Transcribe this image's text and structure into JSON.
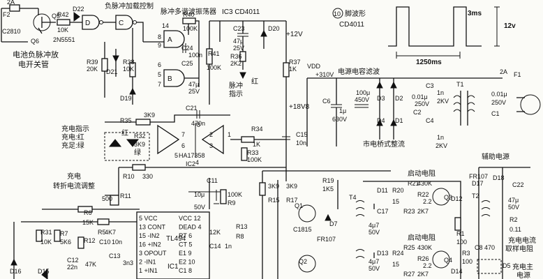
{
  "chips": {
    "ic3": "IC3 CD4011",
    "ic2": "HA17358",
    "ic2_name": "IC2",
    "ic1": "TL494",
    "ic1_name": "IC1"
  },
  "titles": {
    "neg_pulse_ctrl": "负脉冲加载控制",
    "pulse_osc": "脉冲多谐波振荡器",
    "bat_switch": "电池负脉冲放",
    "bat_switch2": "电开关管",
    "charge_ind": "充电指示",
    "charge_ind_red": "充电:红",
    "charge_ind_green": "充足:绿",
    "pulse_ind": "脉冲",
    "pulse_ind2": "指示",
    "red": "红",
    "green": "绿",
    "filter_cap": "电源电容滤波",
    "bridge": "市电桥式整流",
    "aux_power": "辅助电源",
    "charge_turn": "充电",
    "charge_turn2": "转折电流调整",
    "start_res1": "启动电阻",
    "start_res2": "启动电阻",
    "charge_sense": "充电电流",
    "charge_sense2": "取样电阻",
    "main_supply": "充电主",
    "main_supply2": "电源",
    "pulse_pin": "脚波形",
    "pulse_chip": "CD4011",
    "pulse_pin_no": "10"
  },
  "waveform": {
    "width": "3ms",
    "amplitude": "12v",
    "period": "1250ms"
  },
  "rails": {
    "v12": "+12V",
    "v18": "+18V8",
    "vdd": "VDD",
    "v310": "+310V",
    "v50": "50V"
  },
  "components": {
    "f2": "F2",
    "f2v": "2A",
    "c2810": "C2810",
    "q5": "Q5",
    "q6": "Q6",
    "q5n": "2N5551",
    "r42": "R42",
    "r42v": "10K",
    "d22": "D22",
    "r39": "R39",
    "r39v": "20K",
    "d21": "D21",
    "r38": "R38",
    "r38v": "10K",
    "d19": "D19",
    "r40": "R40",
    "r40v": "100K",
    "c24": "C24",
    "c24v": "100n",
    "r41": "R41",
    "r41v": "100K",
    "c25": "C25",
    "c25v": "47μ",
    "c25v2": "25V",
    "c23": "C23",
    "c23v": "47μ",
    "c23v2": "25V",
    "r36": "R36",
    "r36v": "2K2",
    "d20": "D20",
    "r37": "R37",
    "r37v": "1K",
    "c21": "C21",
    "c21v": "470n",
    "r35": "R35",
    "r35v": "3K9",
    "r32": "R32",
    "r32v": "3K9",
    "r34": "R34",
    "r34v": "1K",
    "r33": "R33",
    "r33v": "100K",
    "c15": "C15",
    "c15v": "10n",
    "r10": "R10",
    "r10v": "330",
    "r11": "R11",
    "r11v": "500",
    "c11": "C11",
    "c10": "10μ",
    "c10v": "50V",
    "r9": "R9",
    "r9v": "100K",
    "r6": "R6",
    "r6v": "15K",
    "r7": "R7",
    "r7v": "5K6",
    "r31": "R31",
    "r31v": "10K",
    "r5": "R5",
    "r5v": "4K7",
    "c10b": "C10",
    "c10bv": "10n",
    "r12": "R12",
    "r12v": "47K",
    "c13": "C13",
    "c13v": "3n3",
    "r12b": "12K",
    "c14": "C14",
    "c14v": "1n",
    "r13": "R13",
    "r8": "R8",
    "c12": "C12",
    "c12v": "22n",
    "d16": "D16",
    "d15": "D15",
    "c6": "C6",
    "c6v": "1μ",
    "c6v2": "630V",
    "c5": "100μ",
    "c5v": "450V",
    "d3": "D3",
    "d2": "D2",
    "d4": "D4",
    "d1": "D1",
    "c2": "C2",
    "c2v": "0.01μ",
    "c2v2": "250V",
    "c3": "C3",
    "c3v": "1n",
    "c3v2": "2KV",
    "c4": "C4",
    "c4v": "1n",
    "c4v2": "2KV",
    "t1": "T1",
    "f1": "F1",
    "f1v": "2A",
    "c1": "C1",
    "c1v": "0.01μ",
    "c1v2": "250V",
    "r15": "R15",
    "r15v": "3K9",
    "r17": "R17",
    "r17v": "3K9",
    "r19": "R19",
    "r19v": "1K5",
    "q1": "Q1",
    "c1815": "C1815",
    "d7": "D7",
    "fr107": "FR107",
    "q2": "Q2",
    "t4": "T4",
    "c9": "4μ7",
    "c9v": "50V",
    "c8b": "4μ7",
    "c8bv": "50V",
    "d11": "D11",
    "r20": "R20",
    "r20v": "15",
    "c17": "C17",
    "r21": "R21",
    "r21v": "430K",
    "r22": "R22",
    "r22v": "2.2",
    "r23": "R23",
    "r23v": "2K7",
    "q3": "Q3",
    "d12": "D12",
    "d13": "D13",
    "r24": "R24",
    "r24v": "15",
    "r25": "R25",
    "r25v": "430K",
    "r26": "R26",
    "r26v": "2.2",
    "r27": "R27",
    "r27v": "2K7",
    "q4": "Q4",
    "d14": "D14",
    "r1": "R1",
    "r1v": "100",
    "r3": "R3",
    "r3v": "100",
    "d17": "D17",
    "fr107b": "FR107",
    "d18": "D18",
    "c22": "C22",
    "c22v": "47μ",
    "c22v2": "50V",
    "t2": "T2",
    "r2": "R2",
    "r2v": "0.11",
    "c8": "C8",
    "c8v": "470",
    "d5": "D5"
  },
  "ic1_pins": [
    {
      "n": "5",
      "name": "VCC",
      "pin": "12"
    },
    {
      "n": "13",
      "name": "CONT",
      "pin": "4"
    },
    {
      "n": "15",
      "name": "-IN2",
      "pin": "6"
    },
    {
      "n": "16",
      "name": "+IN2",
      "pin": "5"
    },
    {
      "n": "3",
      "name": "OPOUT",
      "pin": "8"
    },
    {
      "n": "2",
      "name": "-IN1",
      "pin": "9"
    },
    {
      "n": "1",
      "name": "+IN1",
      "pin": "10"
    }
  ],
  "ic1_right": [
    "VCC 12",
    "DEAD 4",
    "RT 6",
    "CT 5",
    "E1 9",
    "E2 10",
    "C1 8"
  ]
}
